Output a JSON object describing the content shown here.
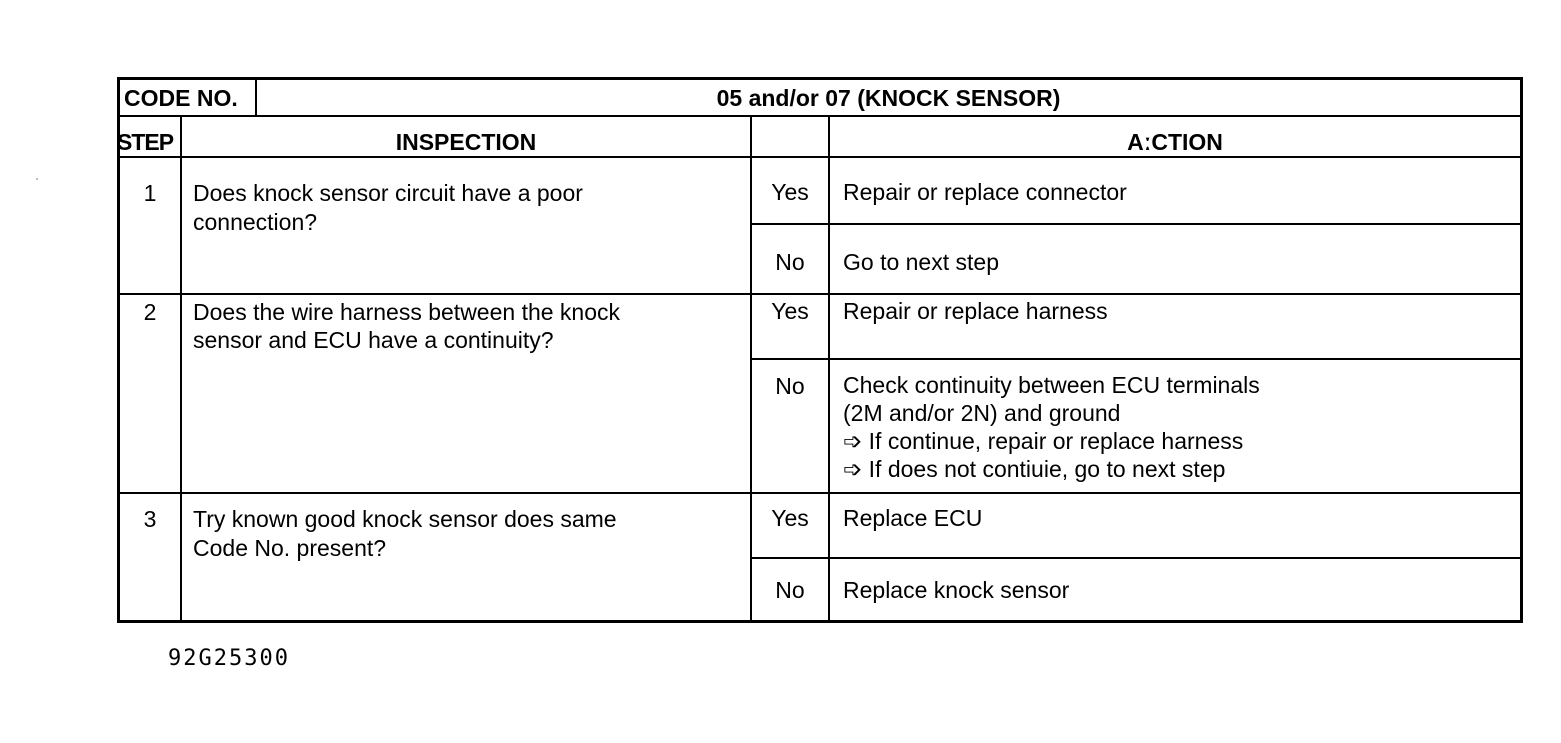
{
  "header": {
    "code_label": "CODE NO.",
    "code_value": "05 and/or 07 (KNOCK SENSOR)"
  },
  "columns": {
    "step": "STEP",
    "inspection": "INSPECTION",
    "action": "AːCTION"
  },
  "steps": [
    {
      "number": "1",
      "inspection": [
        "Does knock sensor circuit have a poor",
        "connection?"
      ],
      "yes_label": "Yes",
      "yes_action": [
        "Repair or replace connector"
      ],
      "no_label": "No",
      "no_action": [
        "Go to next step"
      ]
    },
    {
      "number": "2",
      "inspection": [
        "Does the wire harness between the knock",
        "sensor and ECU have a continuity?"
      ],
      "yes_label": "Yes",
      "yes_action": [
        "Repair or replace harness"
      ],
      "no_label": "No",
      "no_action": [
        "Check continuity between ECU terminals",
        "(2M and/or 2N) and ground",
        "➩ If continue, repair or replace harness",
        "➩ If does not contiuie, go to next step"
      ]
    },
    {
      "number": "3",
      "inspection": [
        "Try known good knock sensor does same",
        "Code No. present?"
      ],
      "yes_label": "Yes",
      "yes_action": [
        "Replace ECU"
      ],
      "no_label": "No",
      "no_action": [
        "Replace knock sensor"
      ]
    }
  ],
  "figure_id": "92G25300"
}
